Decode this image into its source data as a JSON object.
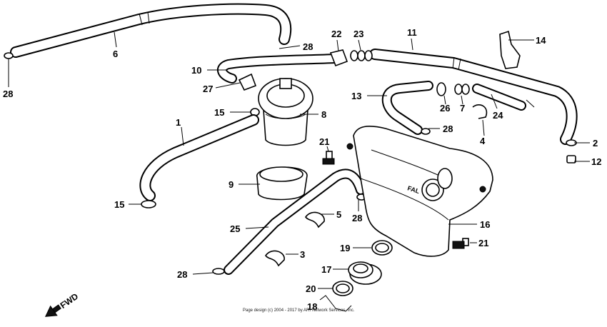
{
  "part_numbers": [
    "1",
    "2",
    "3",
    "4",
    "5",
    "6",
    "7",
    "8",
    "9",
    "10",
    "11",
    "12",
    "13",
    "14",
    "15",
    "16",
    "17",
    "18",
    "19",
    "20",
    "21",
    "22",
    "23",
    "24",
    "25",
    "26",
    "27",
    "28"
  ],
  "callouts": {
    "n1": "1",
    "n2": "2",
    "n3": "3",
    "n4": "4",
    "n5": "5",
    "n6": "6",
    "n7": "7",
    "n8": "8",
    "n9": "9",
    "n10": "10",
    "n11": "11",
    "n12": "12",
    "n13": "13",
    "n14": "14",
    "n15a": "15",
    "n15b": "15",
    "n16": "16",
    "n17": "17",
    "n18": "18",
    "n19": "19",
    "n20": "20",
    "n21a": "21",
    "n21b": "21",
    "n22": "22",
    "n23": "23",
    "n24": "24",
    "n25": "25",
    "n26": "26",
    "n27": "27",
    "n28a": "28",
    "n28b": "28",
    "n28c": "28",
    "n28d": "28",
    "n28e": "28"
  },
  "direction_label": "FWD",
  "tank_label": "FAL",
  "copyright": "Page design (c) 2004 - 2017 by ARI Network Services, Inc."
}
